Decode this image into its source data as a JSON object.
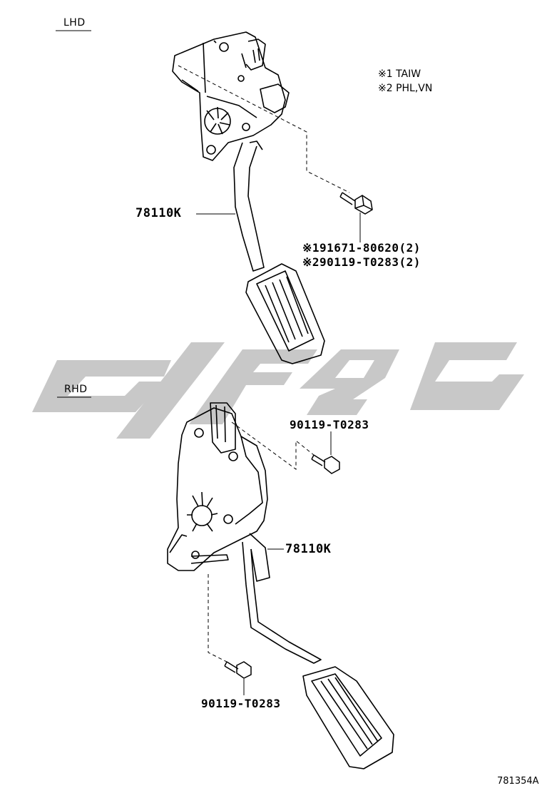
{
  "sections": {
    "lhd": {
      "label": "LHD",
      "notes": [
        "※1 TAIW",
        "※2 PHL,VN"
      ],
      "pedal_part": "78110K",
      "bolt_parts": [
        "※191671-80620(2)",
        "※290119-T0283(2)"
      ]
    },
    "rhd": {
      "label": "RHD",
      "pedal_part": "78110K",
      "bolt_top": "90119-T0283",
      "bolt_bottom": "90119-T0283"
    }
  },
  "diagram_code": "781354A",
  "colors": {
    "line": "#000000",
    "watermark": "#c8c8c8"
  },
  "watermark": {
    "icon": "watermark-logo"
  }
}
